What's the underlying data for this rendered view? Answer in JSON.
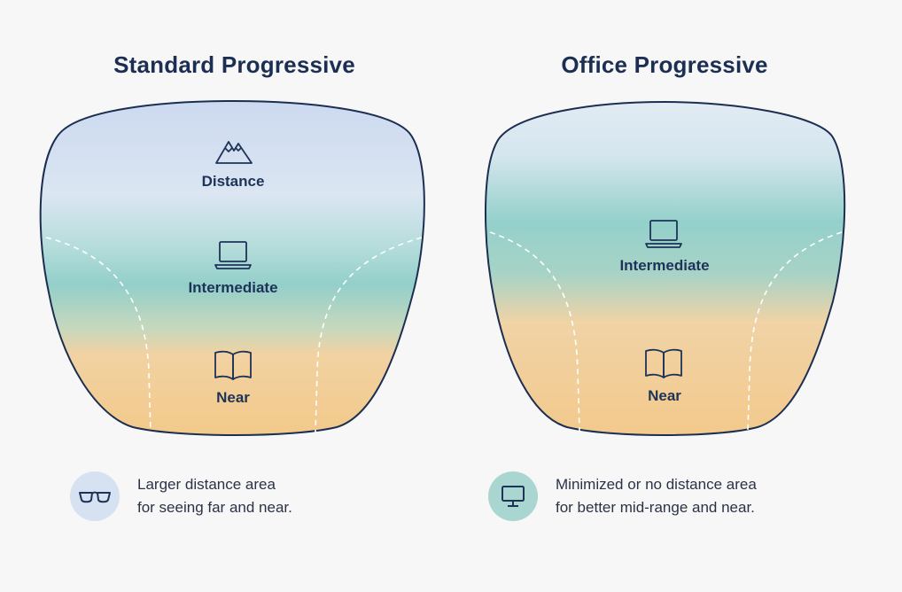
{
  "left_panel": {
    "title": "Standard Progressive",
    "zones": {
      "distance": {
        "label": "Distance",
        "icon": "mountain-icon"
      },
      "intermediate": {
        "label": "Intermediate",
        "icon": "laptop-icon"
      },
      "near": {
        "label": "Near",
        "icon": "book-icon"
      }
    },
    "note": {
      "icon": "glasses-icon",
      "line1": "Larger distance area",
      "line2": "for seeing far and near."
    }
  },
  "right_panel": {
    "title": "Office Progressive",
    "zones": {
      "intermediate": {
        "label": "Intermediate",
        "icon": "laptop-icon"
      },
      "near": {
        "label": "Near",
        "icon": "book-icon"
      }
    },
    "note": {
      "icon": "monitor-icon",
      "line1": "Minimized or no distance area",
      "line2": "for better mid-range and near."
    }
  },
  "colors": {
    "outline": "#1c2f52",
    "distance_blue": "#cddbef",
    "intermediate_teal": "#93cfca",
    "near_orange": "#f2c98f",
    "badge_blue": "#d6e1f2",
    "badge_teal": "#a9d6d0"
  }
}
